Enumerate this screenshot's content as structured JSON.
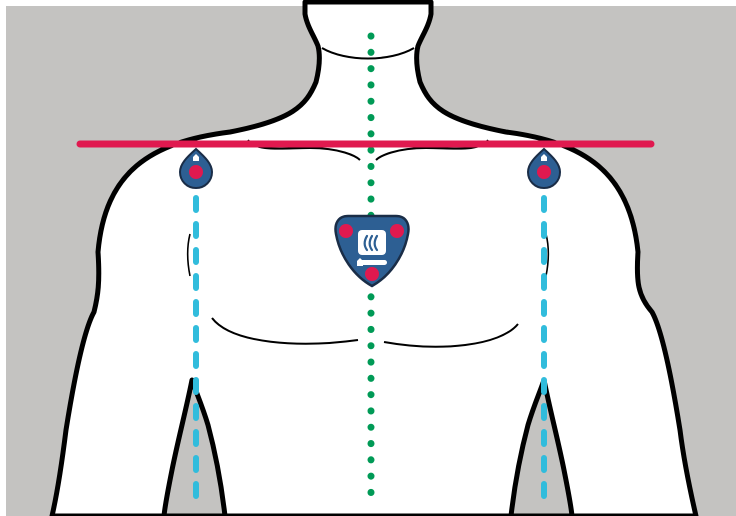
{
  "diagram": {
    "colors": {
      "page_background": "#ffffff",
      "backdrop": "#c4c3c1",
      "body_fill": "#ffffff",
      "outline": "#000000",
      "shoulder_line": "#e0194f",
      "midline": "#009a56",
      "side_lines": "#31bcdc",
      "device_fill": "#2d5f93",
      "device_outline": "#1a2d47",
      "electrode": "#e0194f",
      "device_badge": "#ffffff"
    },
    "parts": [
      {
        "name": "gray-backdrop",
        "icon": "rectangle"
      },
      {
        "name": "torso-silhouette",
        "icon": "human-torso-outline"
      },
      {
        "name": "shoulder-level-line",
        "style": "solid"
      },
      {
        "name": "sternum-midline",
        "style": "dotted"
      },
      {
        "name": "left-side-line",
        "style": "dashed"
      },
      {
        "name": "right-side-line",
        "style": "dashed"
      },
      {
        "name": "central-monitor-device",
        "icon": "shield-device-with-three-electrodes"
      },
      {
        "name": "left-shoulder-electrode",
        "icon": "teardrop-electrode"
      },
      {
        "name": "right-shoulder-electrode",
        "icon": "teardrop-electrode"
      }
    ]
  }
}
